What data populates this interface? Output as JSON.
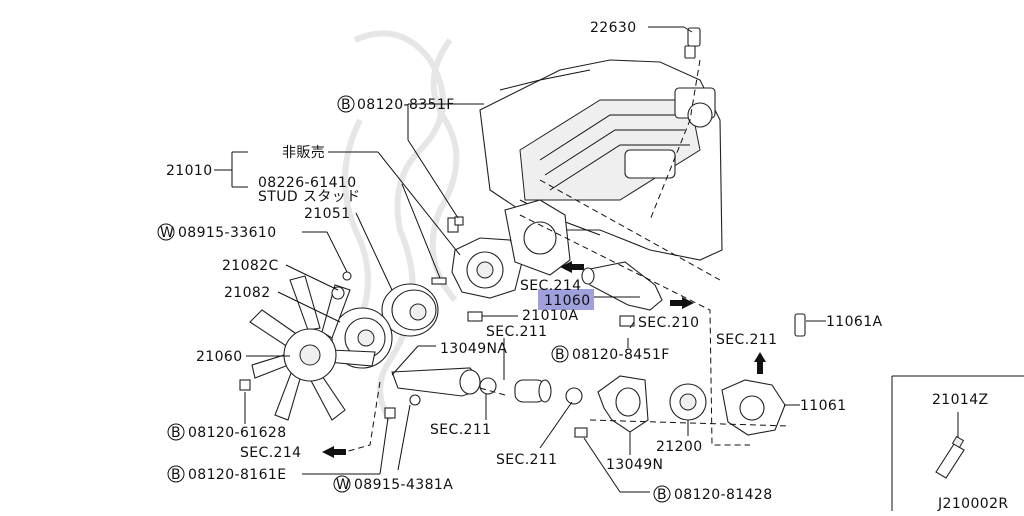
{
  "labels": {
    "p22630": "22630",
    "b_08120_8351f": "08120-8351F",
    "p21010": "21010",
    "not_for_sale": "非販売",
    "p08226_61410": "08226-61410",
    "stud": "STUD スタッド",
    "p21051": "21051",
    "w_08915_33610": "08915-33610",
    "p21082c": "21082C",
    "p21082": "21082",
    "p21060": "21060",
    "b_08120_61628": "08120-61628",
    "sec214_bottom": "SEC.214",
    "b_08120_8161e": "08120-8161E",
    "w_08915_4381a": "08915-4381A",
    "p13049na": "13049NA",
    "sec211_mid": "SEC.211",
    "p21010a": "21010A",
    "sec214_top": "SEC.214",
    "p11060": "11060",
    "sec210": "SEC.210",
    "b_08120_8451f": "08120-8451F",
    "sec211_left": "SEC.211",
    "sec211_center": "SEC.211",
    "p13049n": "13049N",
    "p21200": "21200",
    "b_08120_81428": "08120-81428",
    "sec211_right": "SEC.211",
    "p11061a": "11061A",
    "p11061": "11061",
    "p21014z": "21014Z",
    "diagram_code": "J210002R"
  },
  "prefix": {
    "bolt": "B",
    "washer": "W"
  },
  "highlight_color": "#8f8fd6"
}
